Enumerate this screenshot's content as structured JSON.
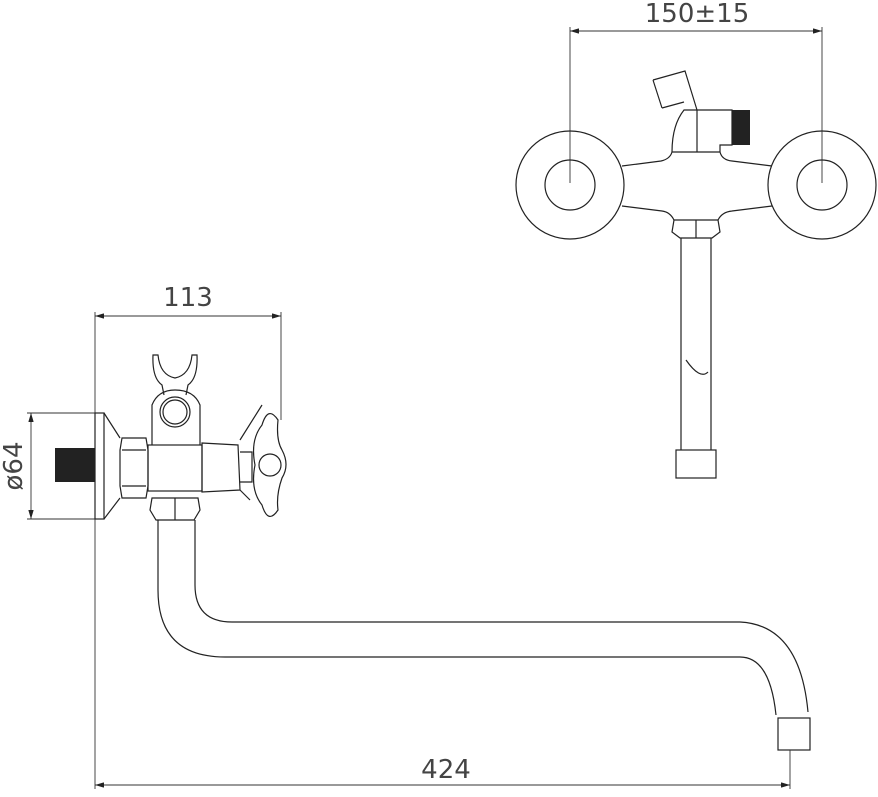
{
  "drawing": {
    "top_view": {
      "dimension_label": "150±15"
    },
    "front_view": {
      "depth_label": "113",
      "flange_diameter_label": "ø64",
      "spout_length_label": "424"
    }
  },
  "colors": {
    "line": "#222222",
    "thread_fill": "#222222",
    "background": "#ffffff"
  }
}
